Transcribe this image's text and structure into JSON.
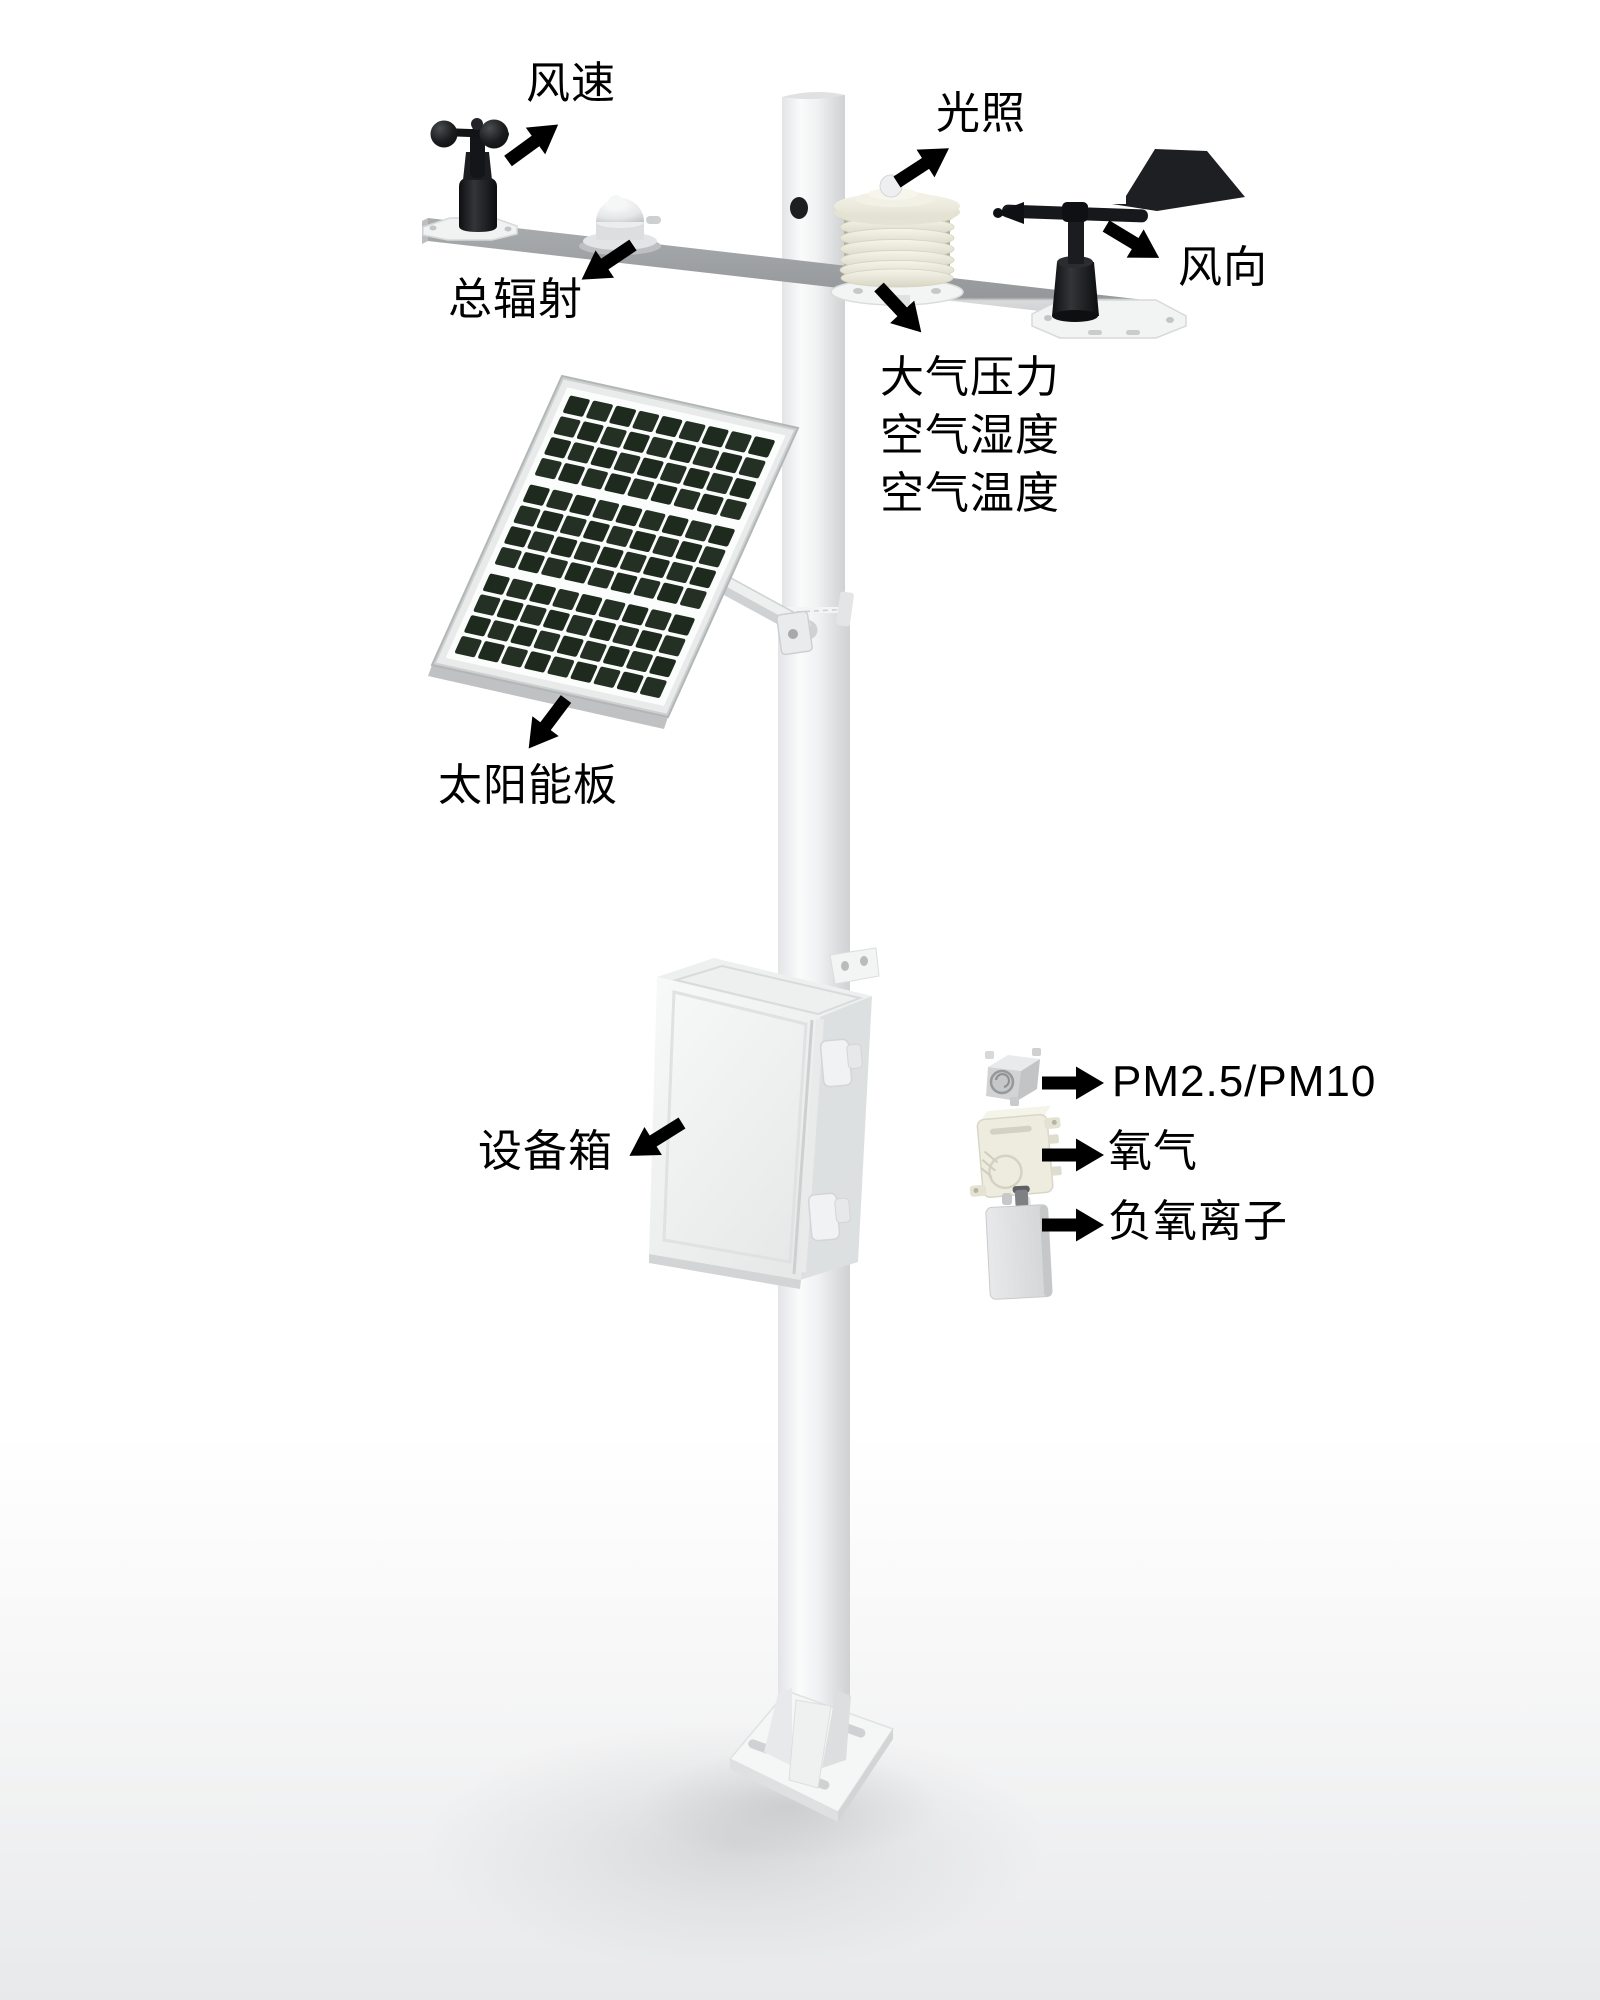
{
  "labels": {
    "wind_speed": "风速",
    "total_radiation": "总辐射",
    "light": "光照",
    "wind_direction": "风向",
    "air_pressure": "大气压力",
    "air_humidity": "空气湿度",
    "air_temperature": "空气温度",
    "solar_panel": "太阳能板",
    "equipment_box": "设备箱",
    "pm": "PM2.5/PM10",
    "oxygen": "氧气",
    "negative_oxygen_ion": "负氧离子"
  },
  "icons": {
    "arrow": "solid black pointer arrow"
  },
  "colors": {
    "background": "#ffffff",
    "label_text": "#000000",
    "arrow": "#000000",
    "solar_cell_green": "#1f2a1f",
    "device_black": "#17181b",
    "shield_ivory": "#efeee0",
    "structure_gray": "#e9eaeb"
  }
}
